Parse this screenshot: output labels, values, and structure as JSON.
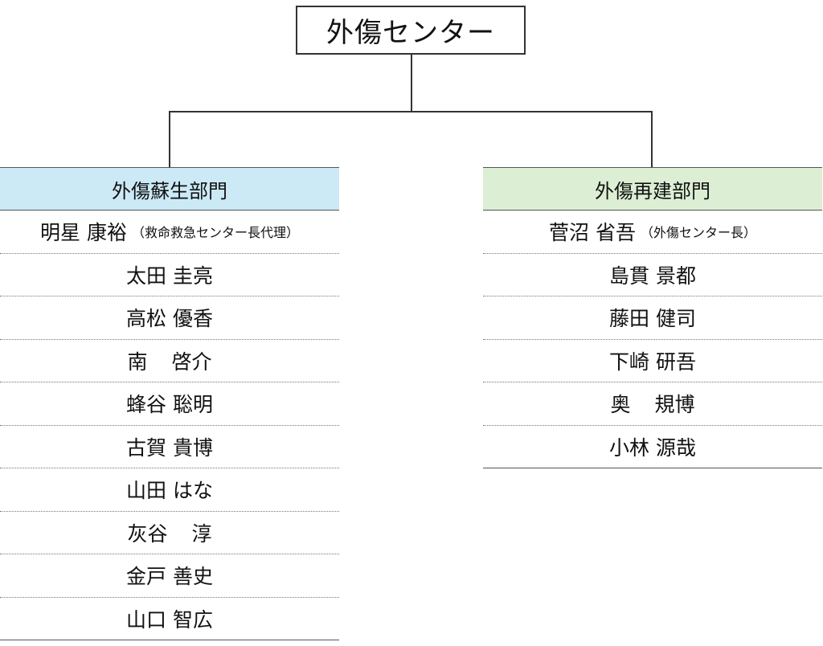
{
  "root": {
    "title": "外傷センター"
  },
  "departments": [
    {
      "name": "外傷蘇生部門",
      "color": "#cce9f6",
      "members": [
        {
          "surname": "明星",
          "given": "康裕",
          "role": "（救命救急センター長代理）"
        },
        {
          "surname": "太田",
          "given": "圭亮"
        },
        {
          "surname": "高松",
          "given": "優香"
        },
        {
          "surname": "南",
          "given": "啓介"
        },
        {
          "surname": "蜂谷",
          "given": "聡明"
        },
        {
          "surname": "古賀",
          "given": "貴博"
        },
        {
          "surname": "山田",
          "given": "はな"
        },
        {
          "surname": "灰谷",
          "given": "淳"
        },
        {
          "surname": "金戸",
          "given": "善史"
        },
        {
          "surname": "山口",
          "given": "智広"
        }
      ]
    },
    {
      "name": "外傷再建部門",
      "color": "#dcefd4",
      "members": [
        {
          "surname": "菅沼",
          "given": "省吾",
          "role": "（外傷センター長）"
        },
        {
          "surname": "島貫",
          "given": "景都"
        },
        {
          "surname": "藤田",
          "given": "健司"
        },
        {
          "surname": "下崎",
          "given": "研吾"
        },
        {
          "surname": "奥",
          "given": "規博"
        },
        {
          "surname": "小林",
          "given": "源哉"
        }
      ]
    }
  ]
}
